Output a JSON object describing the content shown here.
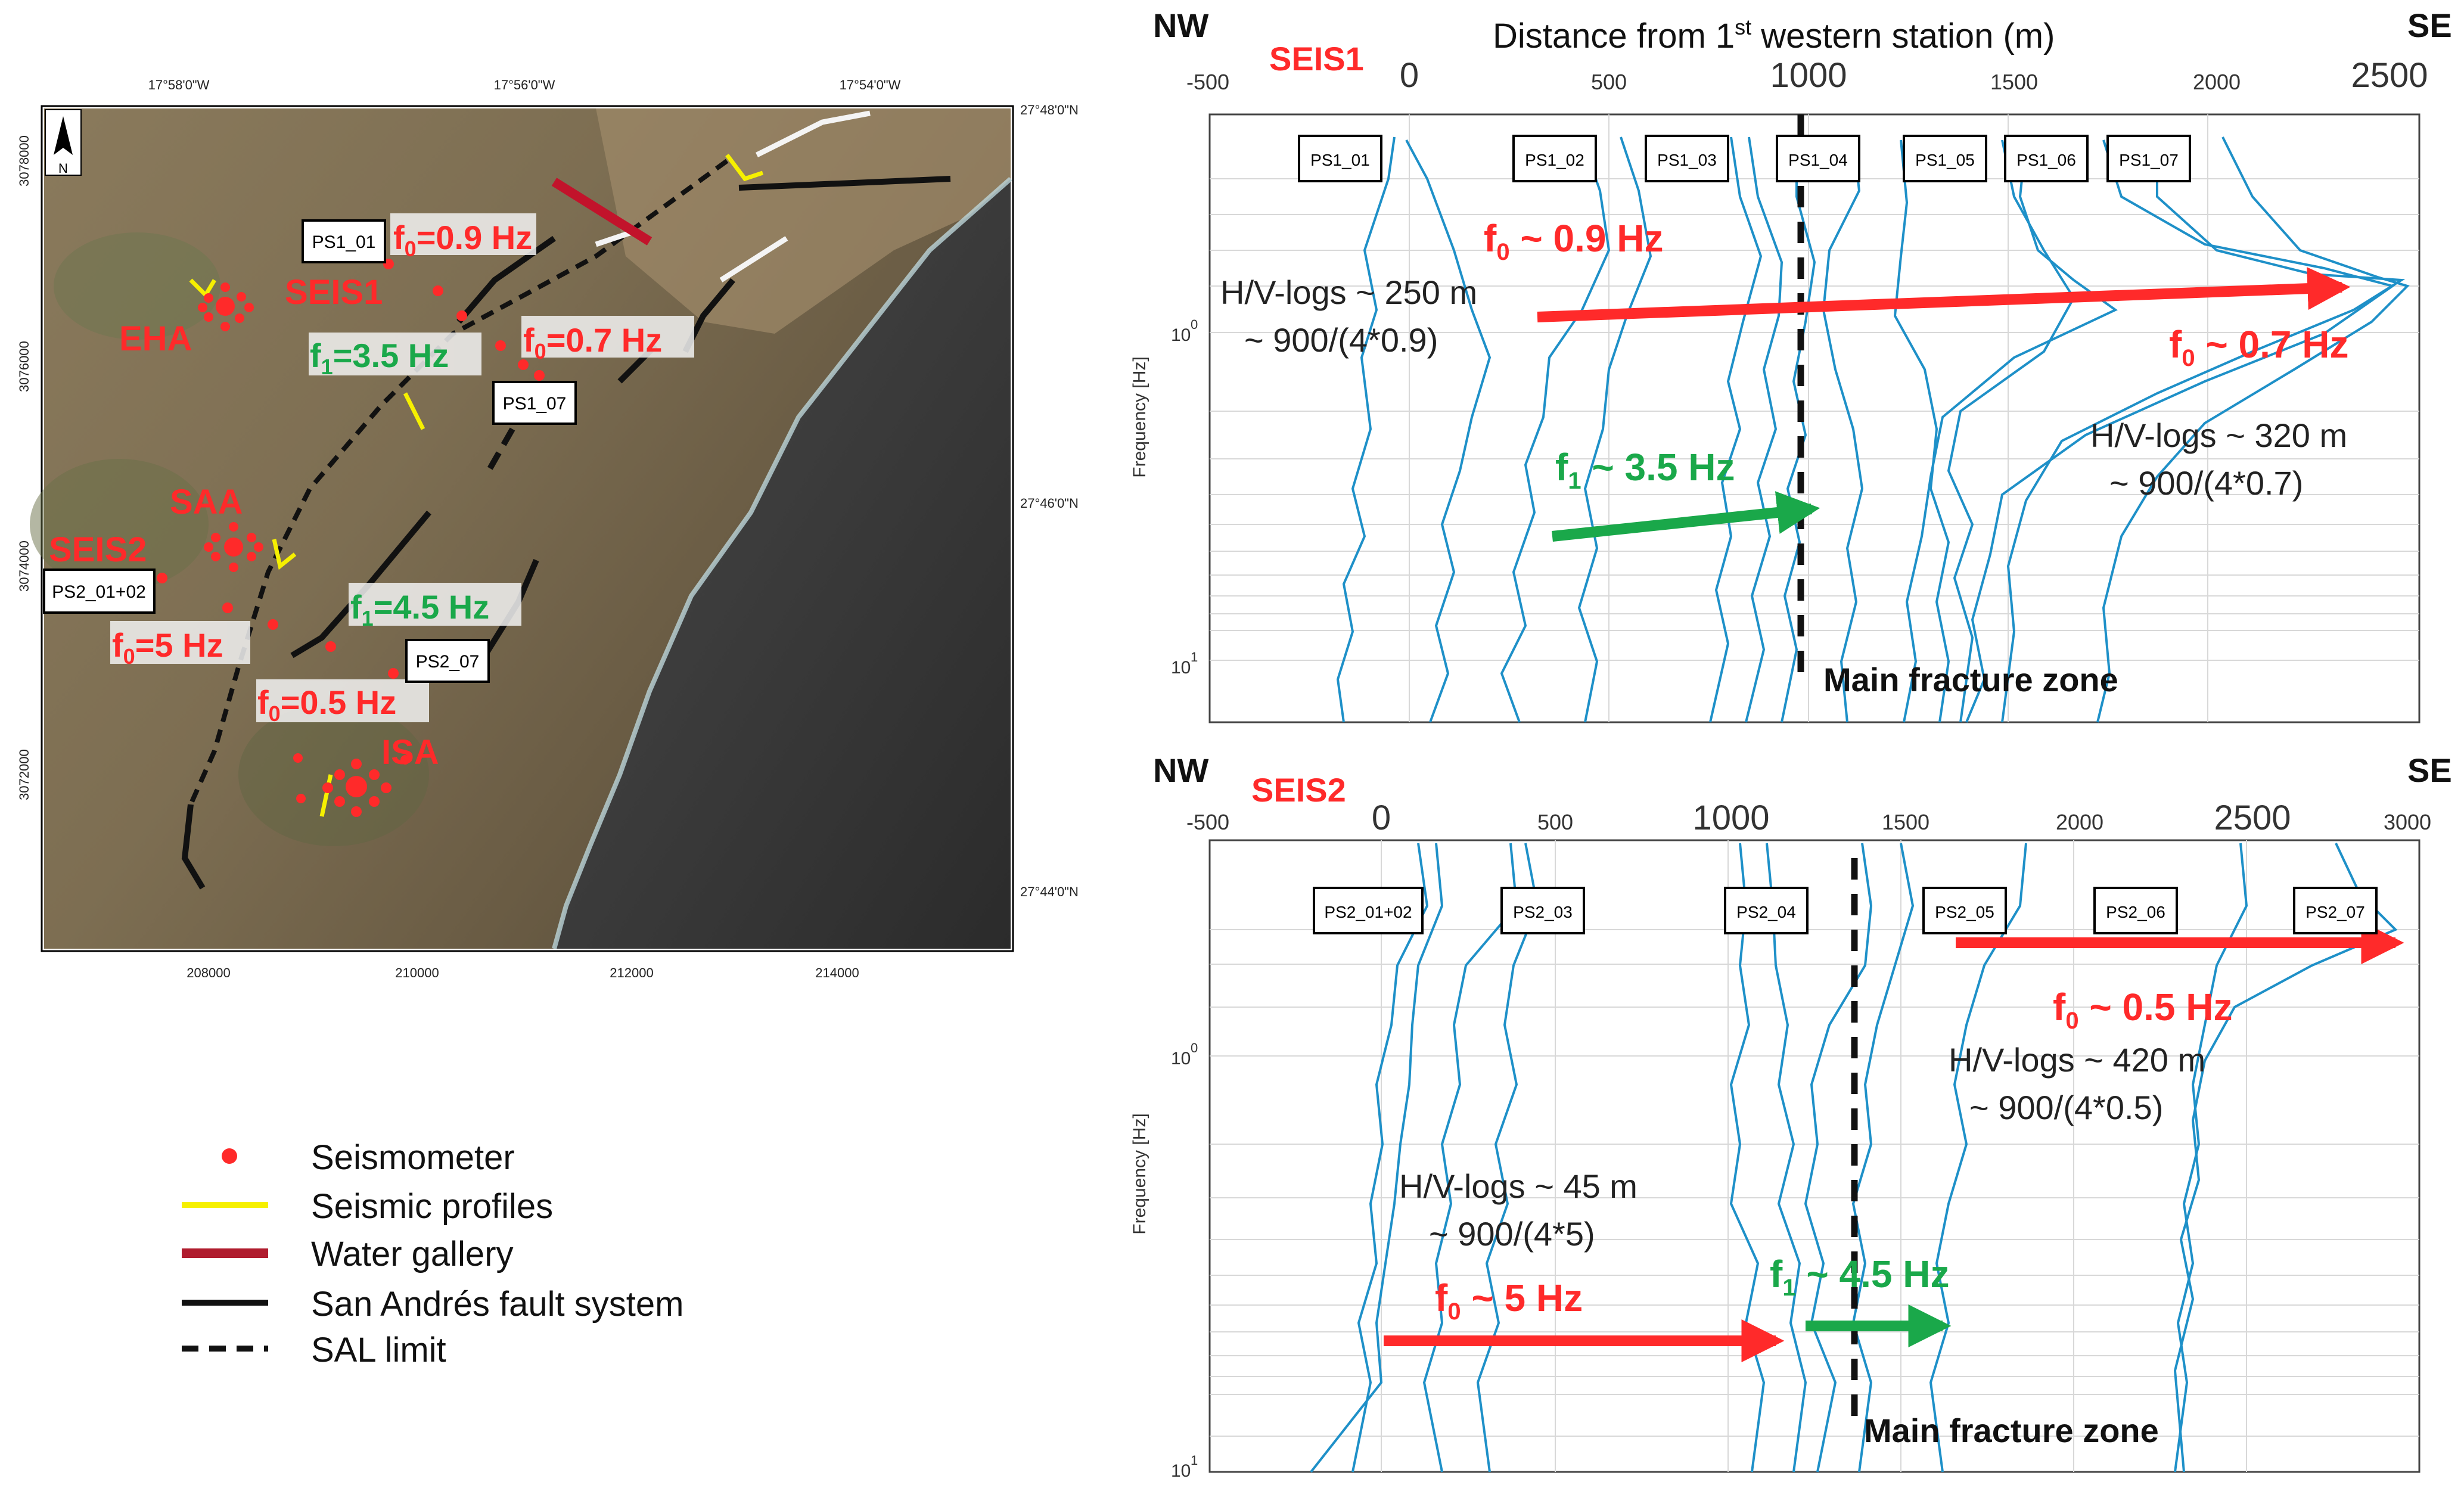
{
  "map": {
    "lon_ticks": [
      "17°58'0\"W",
      "17°56'0\"W",
      "17°54'0\"W"
    ],
    "lat_ticks": [
      "27°48'0\"N",
      "27°46'0\"N",
      "27°44'0\"N"
    ],
    "northing_ticks": [
      "3078000",
      "3076000",
      "3074000",
      "3072000"
    ],
    "easting_ticks": [
      "208000",
      "210000",
      "212000",
      "214000"
    ],
    "north_label": "N",
    "labels": {
      "seis1": "SEIS1",
      "seis2": "SEIS2",
      "eha": "EHA",
      "saa": "SAA",
      "isa": "ISA",
      "ps1_01": "PS1_01",
      "ps1_07": "PS1_07",
      "ps2_0102": "PS2_01+02",
      "ps2_07": "PS2_07"
    },
    "freq_labels": {
      "f0_09": {
        "sym": "f",
        "sub": "0",
        "txt": "=0.9 Hz"
      },
      "f0_07": {
        "sym": "f",
        "sub": "0",
        "txt": "=0.7 Hz"
      },
      "f1_35": {
        "sym": "f",
        "sub": "1",
        "txt": "=3.5 Hz"
      },
      "f0_5": {
        "sym": "f",
        "sub": "0",
        "txt": "=5 Hz"
      },
      "f0_05": {
        "sym": "f",
        "sub": "0",
        "txt": "=0.5 Hz"
      },
      "f1_45": {
        "sym": "f",
        "sub": "1",
        "txt": "=4.5 Hz"
      }
    }
  },
  "legend": {
    "seismometer": "Seismometer",
    "profiles": "Seismic profiles",
    "gallery": "Water gallery",
    "fault": "San Andrés fault system",
    "sal": "SAL limit"
  },
  "colors": {
    "red": "#ff2a2a",
    "green": "#1aa84a",
    "blue": "#1e90c8",
    "gallery": "#b01c2e",
    "yellow": "#f6f000"
  },
  "seis1": {
    "title": "SEIS1",
    "nw": "NW",
    "se": "SE",
    "axis_title_pre": "Distance from 1",
    "axis_title_sup": "st",
    "axis_title_post": " western station (m)",
    "x_ticks": [
      "-500",
      "0",
      "500",
      "1000",
      "1500",
      "2000",
      "2500"
    ],
    "ylabel": "Frequency [Hz]",
    "y_ticks": [
      "10",
      "0",
      "10",
      "1"
    ],
    "stations": [
      "PS1_01",
      "PS1_02",
      "PS1_03",
      "PS1_04",
      "PS1_05",
      "PS1_06",
      "PS1_07"
    ],
    "ann_f0_09": {
      "sym": "f",
      "sub": "0",
      "txt": " ~ 0.9 Hz"
    },
    "ann_f0_07": {
      "sym": "f",
      "sub": "0",
      "txt": " ~ 0.7 Hz"
    },
    "ann_f1_35": {
      "sym": "f",
      "sub": "1",
      "txt": " ~ 3.5 Hz"
    },
    "hv_left_1": "H/V-logs ~ 250 m",
    "hv_left_2": "~ 900/(4*0.9)",
    "hv_right_1": "H/V-logs ~ 320 m",
    "hv_right_2": "~ 900/(4*0.7)",
    "fracture": "Main fracture zone"
  },
  "seis2": {
    "title": "SEIS2",
    "nw": "NW",
    "se": "SE",
    "x_ticks": [
      "-500",
      "0",
      "500",
      "1000",
      "1500",
      "2000",
      "2500",
      "3000"
    ],
    "ylabel": "Frequency [Hz]",
    "y_ticks": [
      "10",
      "0",
      "10",
      "1"
    ],
    "stations": [
      "PS2_01+02",
      "PS2_03",
      "PS2_04",
      "PS2_05",
      "PS2_06",
      "PS2_07"
    ],
    "ann_f0_05": {
      "sym": "f",
      "sub": "0",
      "txt": " ~ 0.5 Hz"
    },
    "ann_f0_5": {
      "sym": "f",
      "sub": "0",
      "txt": " ~ 5 Hz"
    },
    "ann_f1_45": {
      "sym": "f",
      "sub": "1",
      "txt": " ~ 4.5 Hz"
    },
    "hv_right_1": "H/V-logs ~ 420 m",
    "hv_right_2": "~ 900/(4*0.5)",
    "hv_left_1": "H/V-logs ~ 45 m",
    "hv_left_2": "~ 900/(4*5)",
    "fracture": "Main fracture zone"
  }
}
